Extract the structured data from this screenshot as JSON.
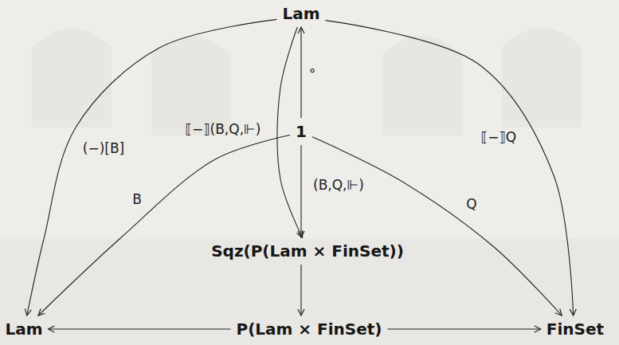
{
  "diagram": {
    "nodes": [
      {
        "text": [
          "Lam"
        ]
      },
      {
        "text": [
          "1"
        ]
      },
      {
        "text": [
          "Sqz(P(Lam × FinSet))"
        ]
      },
      {
        "text": [
          "Lam"
        ]
      },
      {
        "text": [
          "P(Lam × FinSet)"
        ]
      },
      {
        "text": [
          "FinSet"
        ]
      }
    ],
    "edges": [
      {
        "from": 0,
        "to": 3,
        "label": "(−)[B]",
        "arrow": "to"
      },
      {
        "from": 0,
        "to": 2,
        "label": "⟦−⟧(B,Q,⊩)",
        "arrow": "to"
      },
      {
        "from": 1,
        "to": 0,
        "label": "∘",
        "arrow": "to"
      },
      {
        "from": 1,
        "to": 2,
        "label": "(B,Q,⊩)",
        "arrow": "to"
      },
      {
        "from": 1,
        "to": 3,
        "label": "B",
        "arrow": "to"
      },
      {
        "from": 1,
        "to": 5,
        "label": "Q",
        "arrow": "to"
      },
      {
        "from": 0,
        "to": 5,
        "label": "⟦−⟧Q",
        "arrow": "to"
      },
      {
        "from": 2,
        "to": 4,
        "arrow": "to"
      },
      {
        "from": 4,
        "to": 3,
        "arrow": "to"
      },
      {
        "from": 4,
        "to": 5,
        "arrow": "to"
      }
    ]
  }
}
